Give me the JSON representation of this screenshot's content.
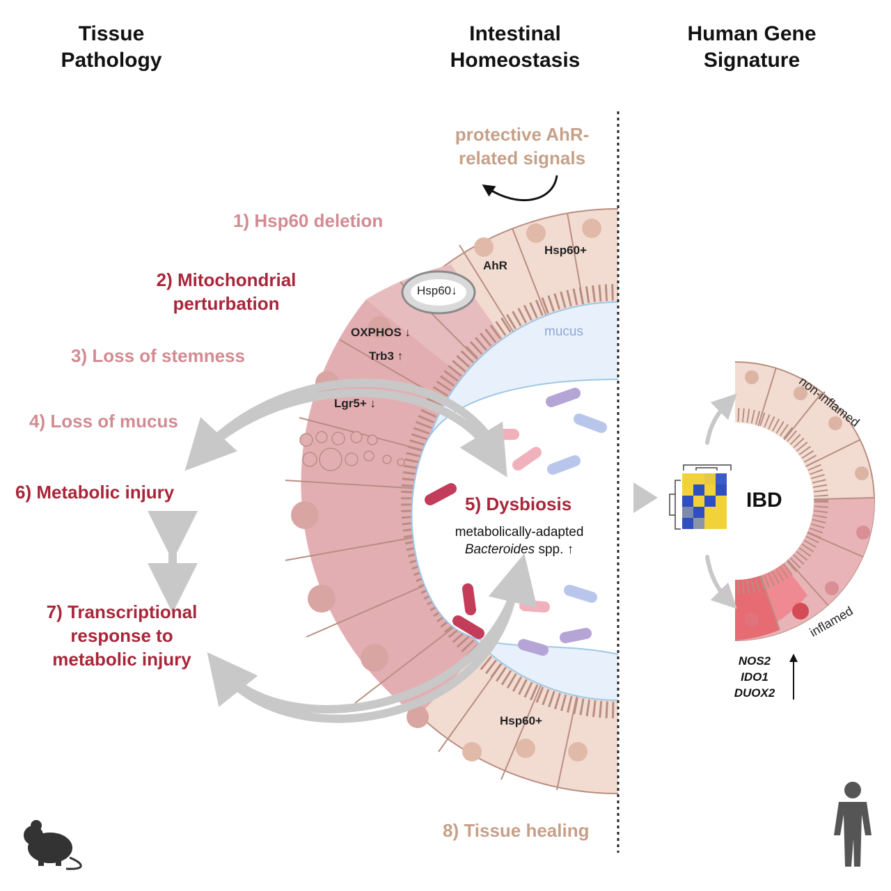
{
  "headers": {
    "tissue_pathology": [
      "Tissue",
      "Pathology"
    ],
    "intestinal_homeostasis": [
      "Intestinal",
      "Homeostasis"
    ],
    "human_gene_signature": [
      "Human Gene",
      "Signature"
    ]
  },
  "protective_signals": [
    "protective AhR-",
    "related signals"
  ],
  "steps": {
    "s1": "1) Hsp60 deletion",
    "s2": [
      "2) Mitochondrial",
      "perturbation"
    ],
    "s3": "3) Loss of stemness",
    "s4": "4) Loss of mucus",
    "s5": "5) Dysbiosis",
    "s6": "6) Metabolic injury",
    "s7": [
      "7) Transcriptional",
      "response to",
      "metabolic injury"
    ],
    "s8": "8) Tissue healing"
  },
  "cell_labels": {
    "hsp60_plus_top": "Hsp60+",
    "ahr": "AhR",
    "hsp60_down": "Hsp60↓",
    "oxphos": "OXPHOS ↓",
    "trb3": "Trb3 ↑",
    "lgr5": "Lgr5+ ↓",
    "mucus": "mucus",
    "hsp60_plus_bottom": "Hsp60+"
  },
  "dysbiosis_detail": {
    "line1": "metabolically-adapted",
    "line2_italic": "Bacteroides",
    "line2_rest": " spp. ↑"
  },
  "human": {
    "ibd": "IBD",
    "non_inflamed": "non-inflamed",
    "inflamed": "inflamed",
    "genes": [
      "NOS2",
      "IDO1",
      "DUOX2"
    ],
    "up_arrow": "↑"
  },
  "icons": {
    "mouse": "mouse-icon",
    "human": "human-figure-icon",
    "heatmap": "heatmap-dendrogram-icon"
  },
  "colors": {
    "dark_red": "#a8263a",
    "pale_red": "#d28b92",
    "tan": "#c6a088",
    "tissue_pink": "#e3aeb2",
    "tissue_beige": "#f2dcd1",
    "mucus_blue": "#e8f1fb",
    "arrow_grey": "#c8c8c8"
  }
}
